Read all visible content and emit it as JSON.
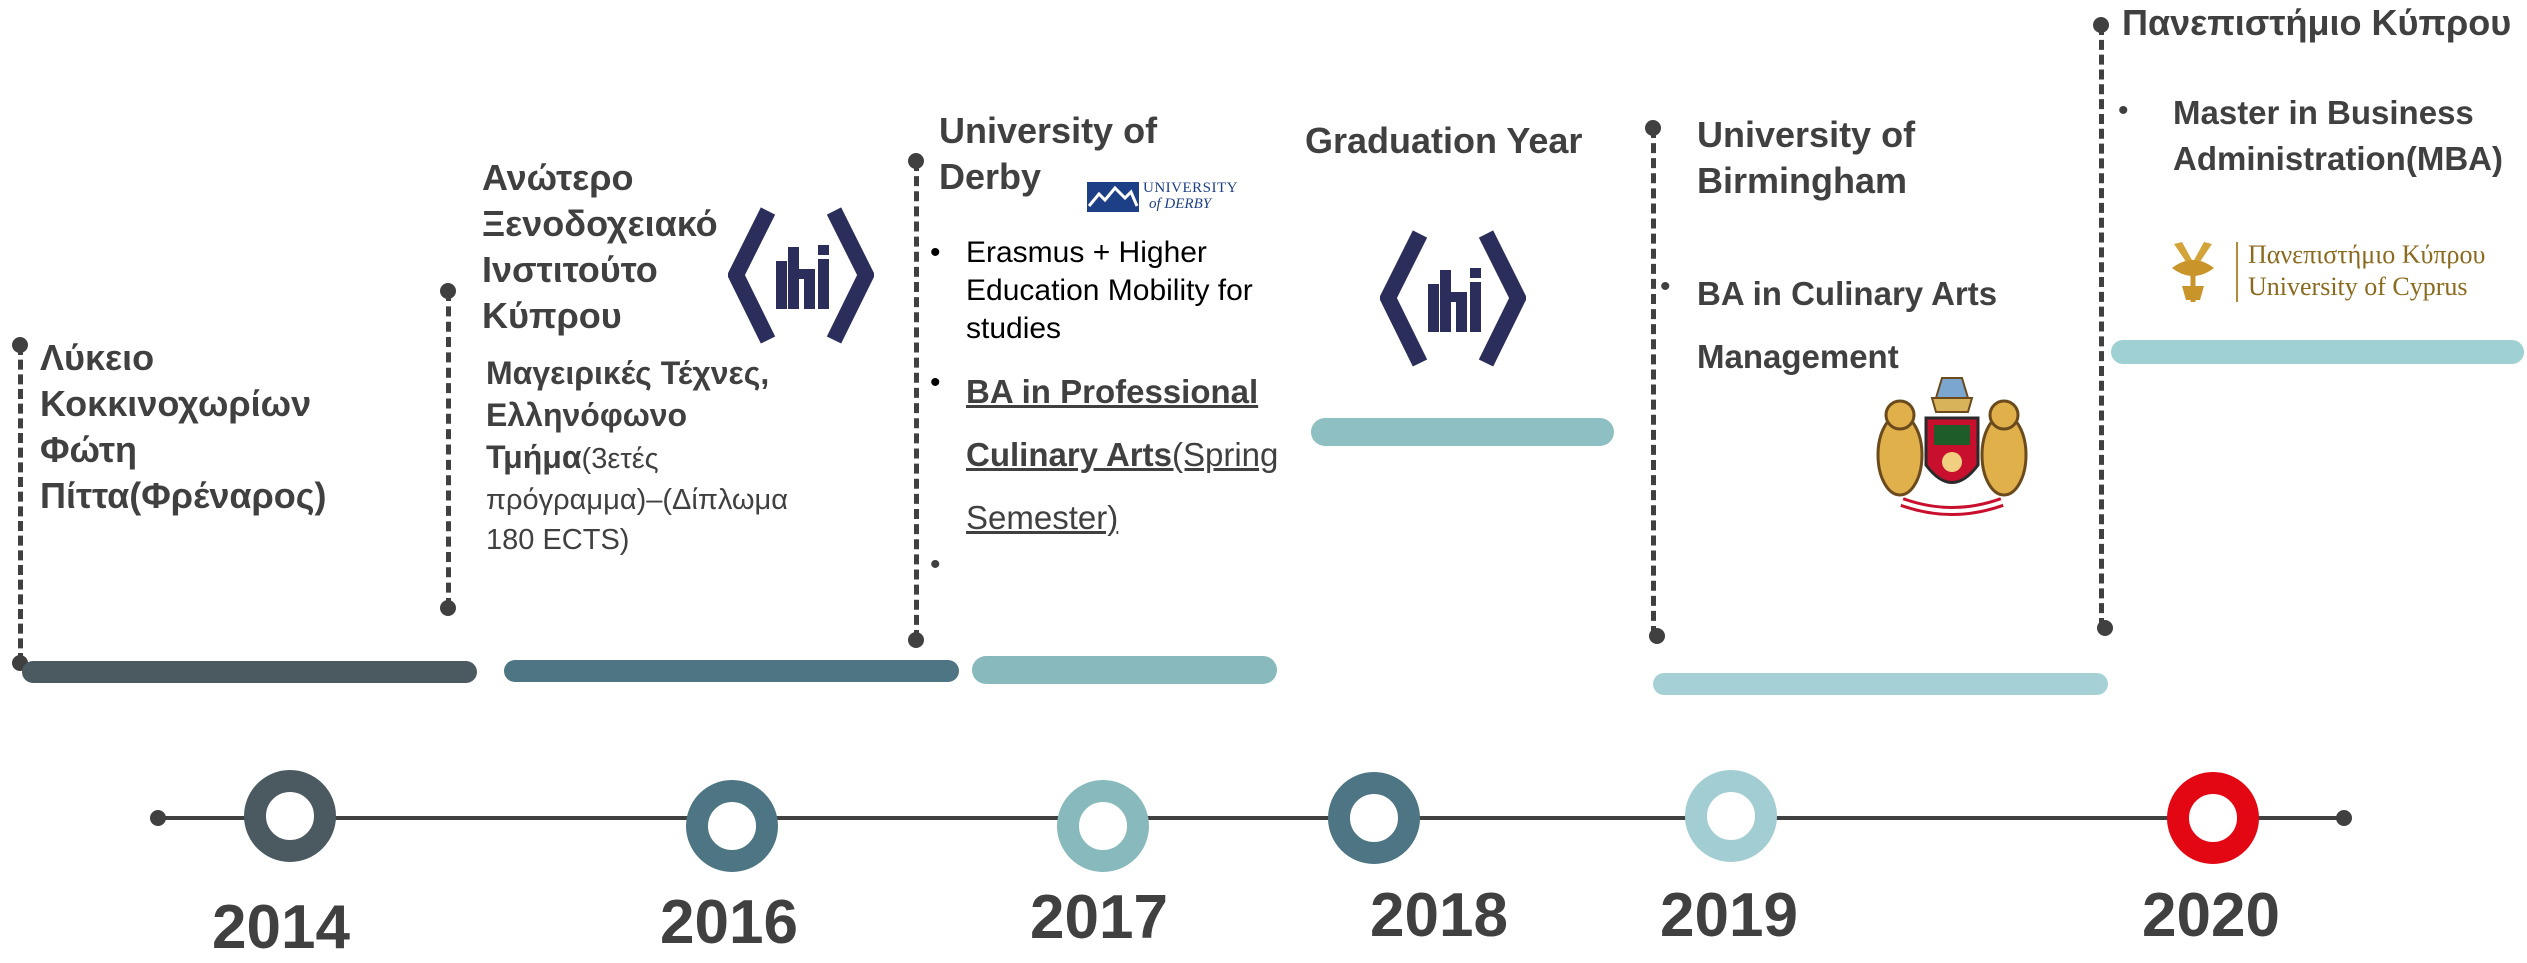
{
  "colors": {
    "dark": "#404040",
    "bar_2014": "#4a5a60",
    "bar_2016": "#4d7584",
    "bar_2017": "#88b9bd",
    "bar_2018": "#8ebfc2",
    "bar_2019": "#a5d1d6",
    "bar_2020": "#9ed0d4",
    "ring_2014": "#4a5a60",
    "ring_2016": "#4d7584",
    "ring_2017": "#88b9bd",
    "ring_2018": "#4d7584",
    "ring_2019": "#a2cdd3",
    "ring_2020": "#e30613"
  },
  "timeline": {
    "years": [
      "2014",
      "2016",
      "2017",
      "2018",
      "2019",
      "2020"
    ]
  },
  "e2014": {
    "title_lines": [
      "Λύκειο",
      "Κοκκινοχωρίων",
      "Φώτη",
      "Πίττα(Φρέναρος)"
    ]
  },
  "e2016": {
    "title_lines": [
      "Ανώτερο",
      "Ξενοδοχειακό",
      "Ινστιτούτο",
      "Κύπρου"
    ],
    "desc_bold_1": "Μαγειρικές Τέχνες,",
    "desc_bold_2": "Ελληνόφωνο",
    "desc_bold_3": "Τμήμα",
    "desc_normal_1": "(3ετές",
    "desc_normal_2": "πρόγραμμα)–(Δίπλωμα",
    "desc_normal_3": "180 ECTS)",
    "logo_label": "hi logo"
  },
  "e2017": {
    "title_lines": [
      "University of",
      "Derby"
    ],
    "logo_top": "UNIVERSITY",
    "logo_bottom": "of DERBY",
    "bullet1_lines": [
      "Erasmus + Higher",
      "Education Mobility for",
      "studies"
    ],
    "bullet2_bold_1": "BA in Professional",
    "bullet2_bold_2": "Culinary Arts",
    "bullet2_normal_2": "(Spring",
    "bullet2_normal_3": "Semester)",
    "bullet_char": "•"
  },
  "e2018": {
    "title": "Graduation Year"
  },
  "e2019": {
    "title_lines": [
      "University of",
      "Birmingham"
    ],
    "bullet_line_1": "BA in Culinary Arts",
    "bullet_line_2": "Management",
    "bullet_char": "•"
  },
  "e2020": {
    "title": "Πανεπιστήμιο Κύπρου",
    "bullet_lines": [
      "Master in Business",
      "Administration(MBA)"
    ],
    "bullet_char": "•",
    "logo_greek": "Πανεπιστήμιο Κύπρου",
    "logo_english": "University of Cyprus"
  }
}
